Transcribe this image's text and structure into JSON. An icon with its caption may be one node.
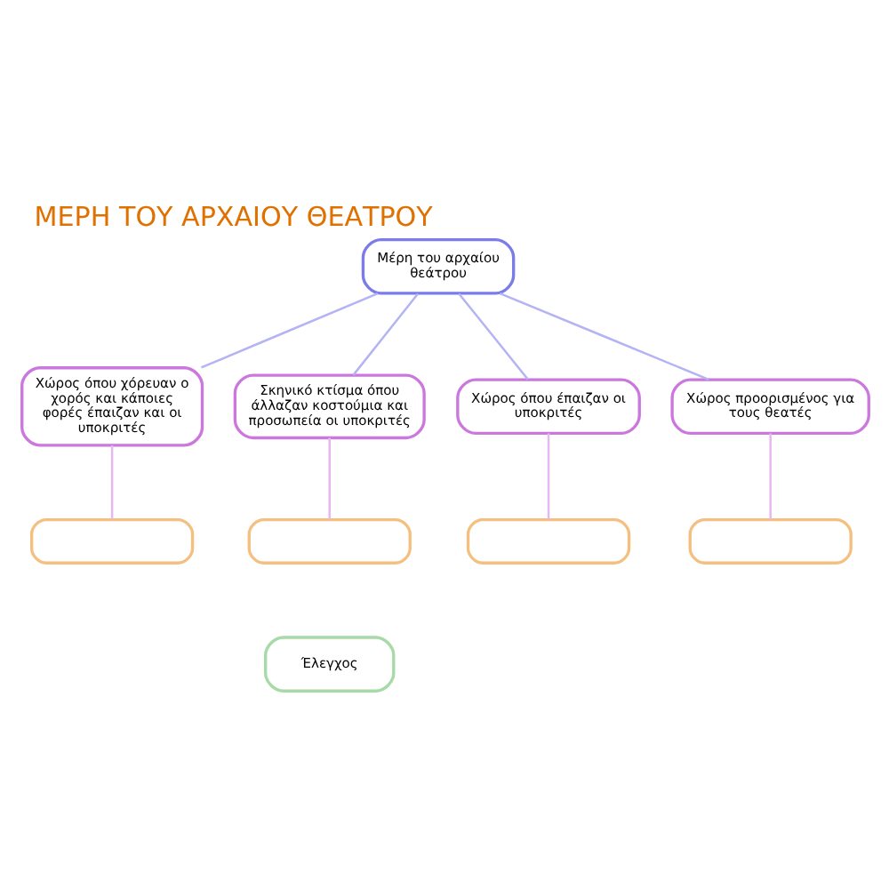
{
  "diagram": {
    "title": "ΜΕΡΗ ΤΟΥ ΑΡΧΑΙΟΥ ΘΕΑΤΡΟΥ",
    "nodes": [
      {
        "text": [
          "Μέρη του αρχαίου θεάτρου"
        ]
      },
      {
        "text": [
          "Χώρος όπου χόρευαν ο χορός και κάποιες φορές έπαιζαν και οι υποκριτές"
        ]
      },
      {
        "text": [
          "Σκηνικό κτίσμα όπου άλλαζαν κοστούμια και προσωπεία οι υποκριτές"
        ]
      },
      {
        "text": [
          "Χώρος όπου έπαιζαν οι υποκριτές"
        ]
      },
      {
        "text": [
          "Χώρος προορισμένος για τους θεατές"
        ]
      },
      {
        "text": [],
        "shape": "box"
      },
      {
        "text": [],
        "shape": "box"
      },
      {
        "text": [],
        "shape": "box"
      },
      {
        "text": [],
        "shape": "box"
      },
      {
        "text": [
          "Έλεγχος"
        ]
      }
    ],
    "edges": [
      {
        "from": 0,
        "to": 1,
        "arrow": "none",
        "color": "#b4b4f4"
      },
      {
        "from": 0,
        "to": 2,
        "arrow": "none",
        "color": "#b4b4f4"
      },
      {
        "from": 0,
        "to": 3,
        "arrow": "none",
        "color": "#b4b4f4"
      },
      {
        "from": 0,
        "to": 4,
        "arrow": "none",
        "color": "#b4b4f4"
      },
      {
        "from": 1,
        "to": 5,
        "arrow": "none",
        "color": "#e6b8f0"
      },
      {
        "from": 2,
        "to": 6,
        "arrow": "none",
        "color": "#e6b8f0"
      },
      {
        "from": 3,
        "to": 7,
        "arrow": "none",
        "color": "#e6b8f0"
      },
      {
        "from": 4,
        "to": 8,
        "arrow": "none",
        "color": "#e6b8f0"
      }
    ]
  }
}
